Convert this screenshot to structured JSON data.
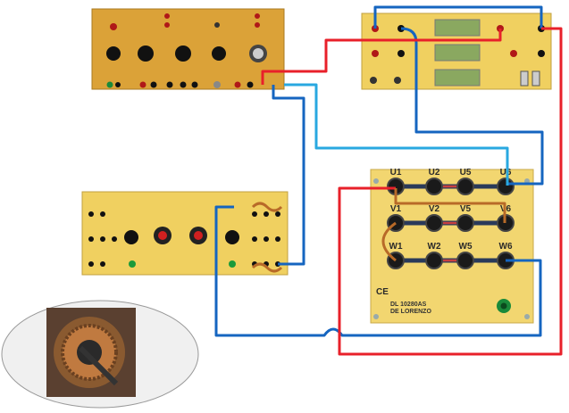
{
  "terminal_panel": {
    "rows": [
      [
        "U1",
        "U2",
        "U5",
        "U6"
      ],
      [
        "V1",
        "V2",
        "V5",
        "V6"
      ],
      [
        "W1",
        "W2",
        "W5",
        "W6"
      ]
    ],
    "ce_mark": "CE",
    "model": "DL 10280AS",
    "brand": "DE LORENZO"
  },
  "colors": {
    "wire_red": "#e8202a",
    "wire_blue": "#1565c0",
    "wire_lightblue": "#29a8e0",
    "jumper_brown": "#b86a28",
    "panel_yellow": "#f0d060",
    "panel_orange": "#dba238"
  }
}
